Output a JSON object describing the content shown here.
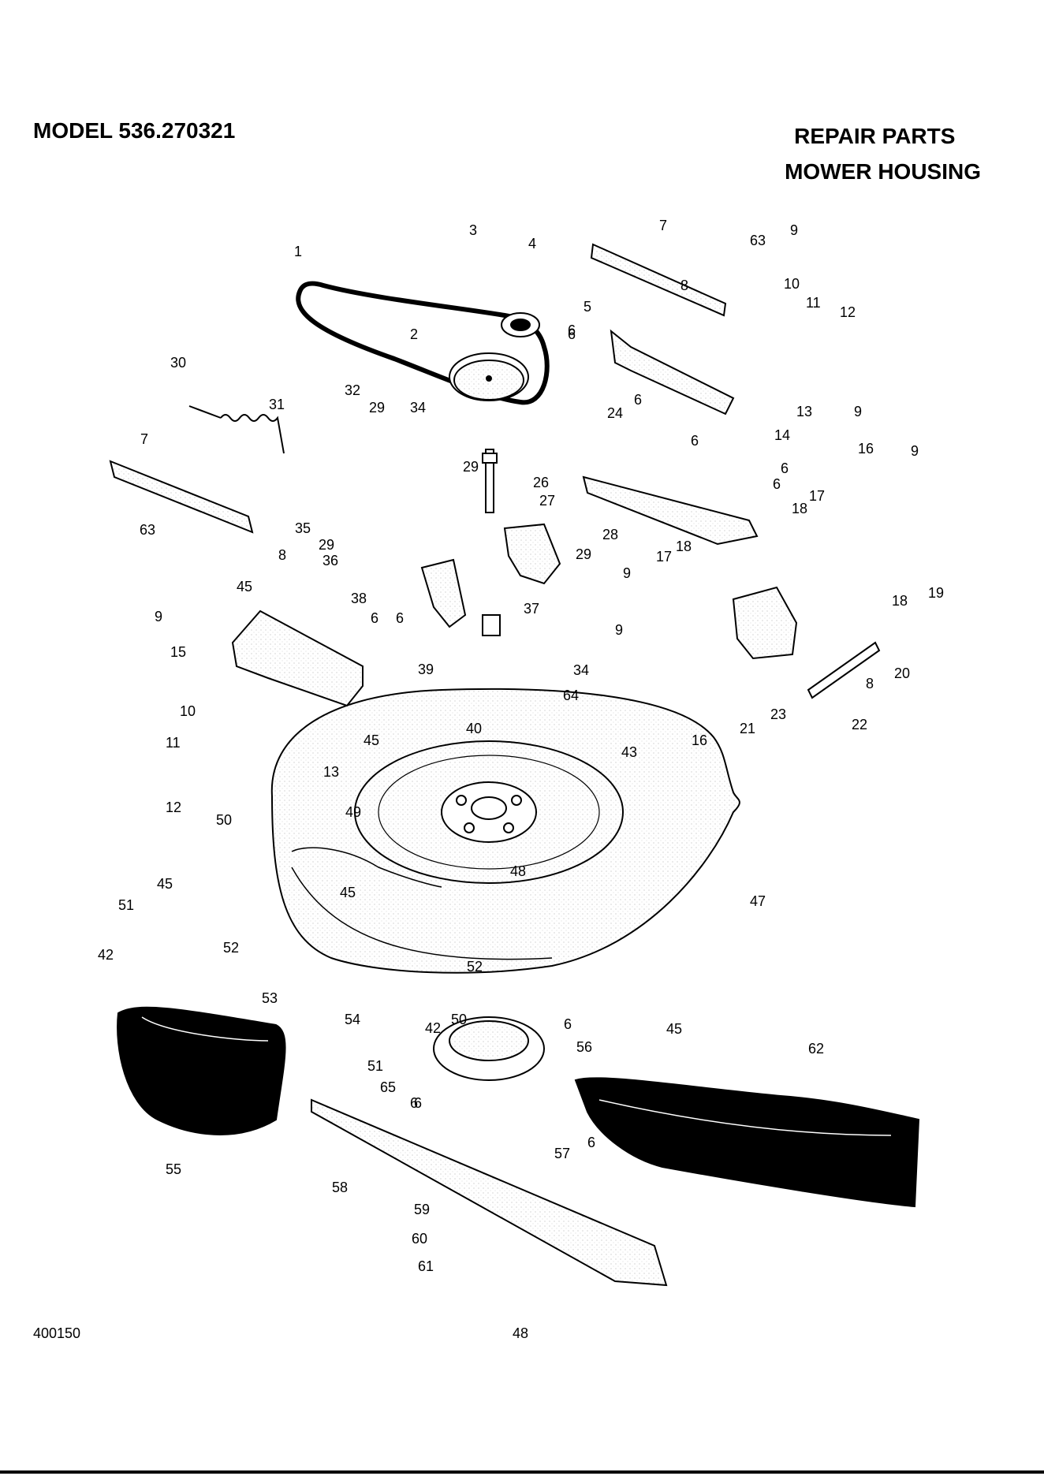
{
  "header": {
    "model": "MODEL 536.270321",
    "title_line1": "REPAIR PARTS",
    "title_line2": "MOWER HOUSING"
  },
  "diagram": {
    "callouts": [
      "1",
      "2",
      "3",
      "4",
      "5",
      "6",
      "6",
      "6",
      "6",
      "6",
      "6",
      "6",
      "6",
      "6",
      "6",
      "6",
      "6",
      "7",
      "7",
      "8",
      "8",
      "8",
      "9",
      "9",
      "9",
      "9",
      "9",
      "9",
      "10",
      "10",
      "11",
      "11",
      "12",
      "12",
      "13",
      "13",
      "14",
      "15",
      "16",
      "16",
      "17",
      "17",
      "18",
      "18",
      "18",
      "19",
      "20",
      "21",
      "22",
      "23",
      "24",
      "26",
      "27",
      "28",
      "29",
      "29",
      "29",
      "29",
      "30",
      "31",
      "32",
      "34",
      "34",
      "35",
      "36",
      "37",
      "38",
      "39",
      "40",
      "42",
      "42",
      "43",
      "45",
      "45",
      "45",
      "45",
      "45",
      "47",
      "48",
      "49",
      "50",
      "50",
      "51",
      "51",
      "52",
      "52",
      "53",
      "54",
      "55",
      "56",
      "57",
      "58",
      "59",
      "60",
      "61",
      "62",
      "63",
      "63",
      "64",
      "65"
    ]
  },
  "footer": {
    "figure_number": "400150",
    "page_number": "48"
  }
}
